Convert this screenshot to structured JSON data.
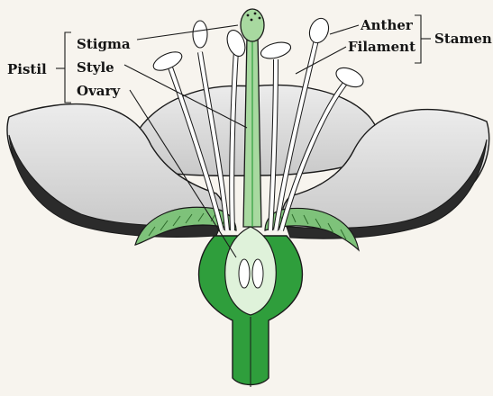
{
  "labels": {
    "pistil": "Pistil",
    "stigma": "Stigma",
    "style": "Style",
    "ovary": "Ovary",
    "anther": "Anther",
    "filament": "Filament",
    "stamen": "Stamen"
  },
  "colors": {
    "background": "#f7f4ee",
    "petal_fill": "#dcdcdc",
    "petal_shadow": "#2b2b2b",
    "pistil_green": "#2f9e3c",
    "pistil_light": "#a8d9a0",
    "pistil_pale": "#dff2da",
    "sepal_green": "#7ec27a",
    "stamen_fill": "#ffffff",
    "outline": "#1a1a1a"
  }
}
